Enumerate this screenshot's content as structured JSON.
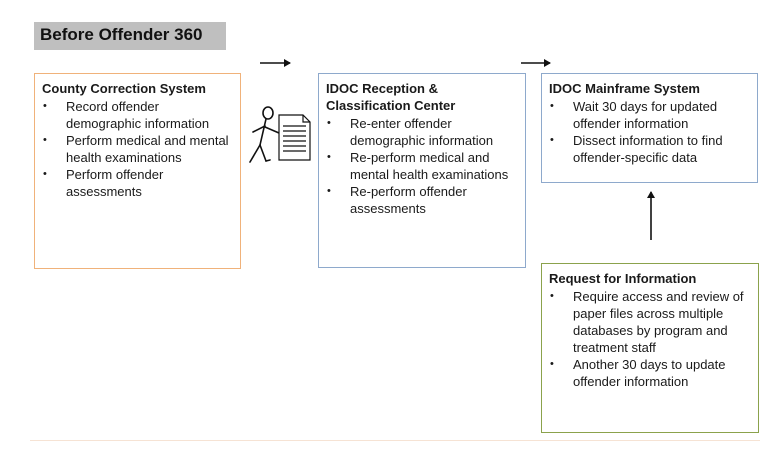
{
  "title": "Before Offender 360",
  "boxes": {
    "county": {
      "heading": "County Correction System",
      "items": [
        "Record offender demographic information",
        "Perform medical and mental health examinations",
        "Perform offender assessments"
      ]
    },
    "idoc_reception": {
      "heading": "IDOC Reception & Classification Center",
      "items": [
        "Re-enter offender demographic information",
        "Re-perform medical and mental health examinations",
        "Re-perform offender assessments"
      ]
    },
    "mainframe": {
      "heading": "IDOC Mainframe System",
      "items": [
        "Wait 30 days for updated offender information",
        "Dissect information to find offender-specific data"
      ]
    },
    "request": {
      "heading": "Request for Information",
      "items": [
        "Require access and review of paper files across multiple databases by program and treatment staff",
        "Another 30 days to update offender information"
      ]
    }
  },
  "colors": {
    "title_bg": "#bfbfbf",
    "county_border": "#f0b27a",
    "idoc_border": "#8ea9cc",
    "request_border": "#8ba24c"
  },
  "icons": [
    "walking-person-icon",
    "document-icon",
    "arrow-right-icon",
    "arrow-up-icon"
  ]
}
